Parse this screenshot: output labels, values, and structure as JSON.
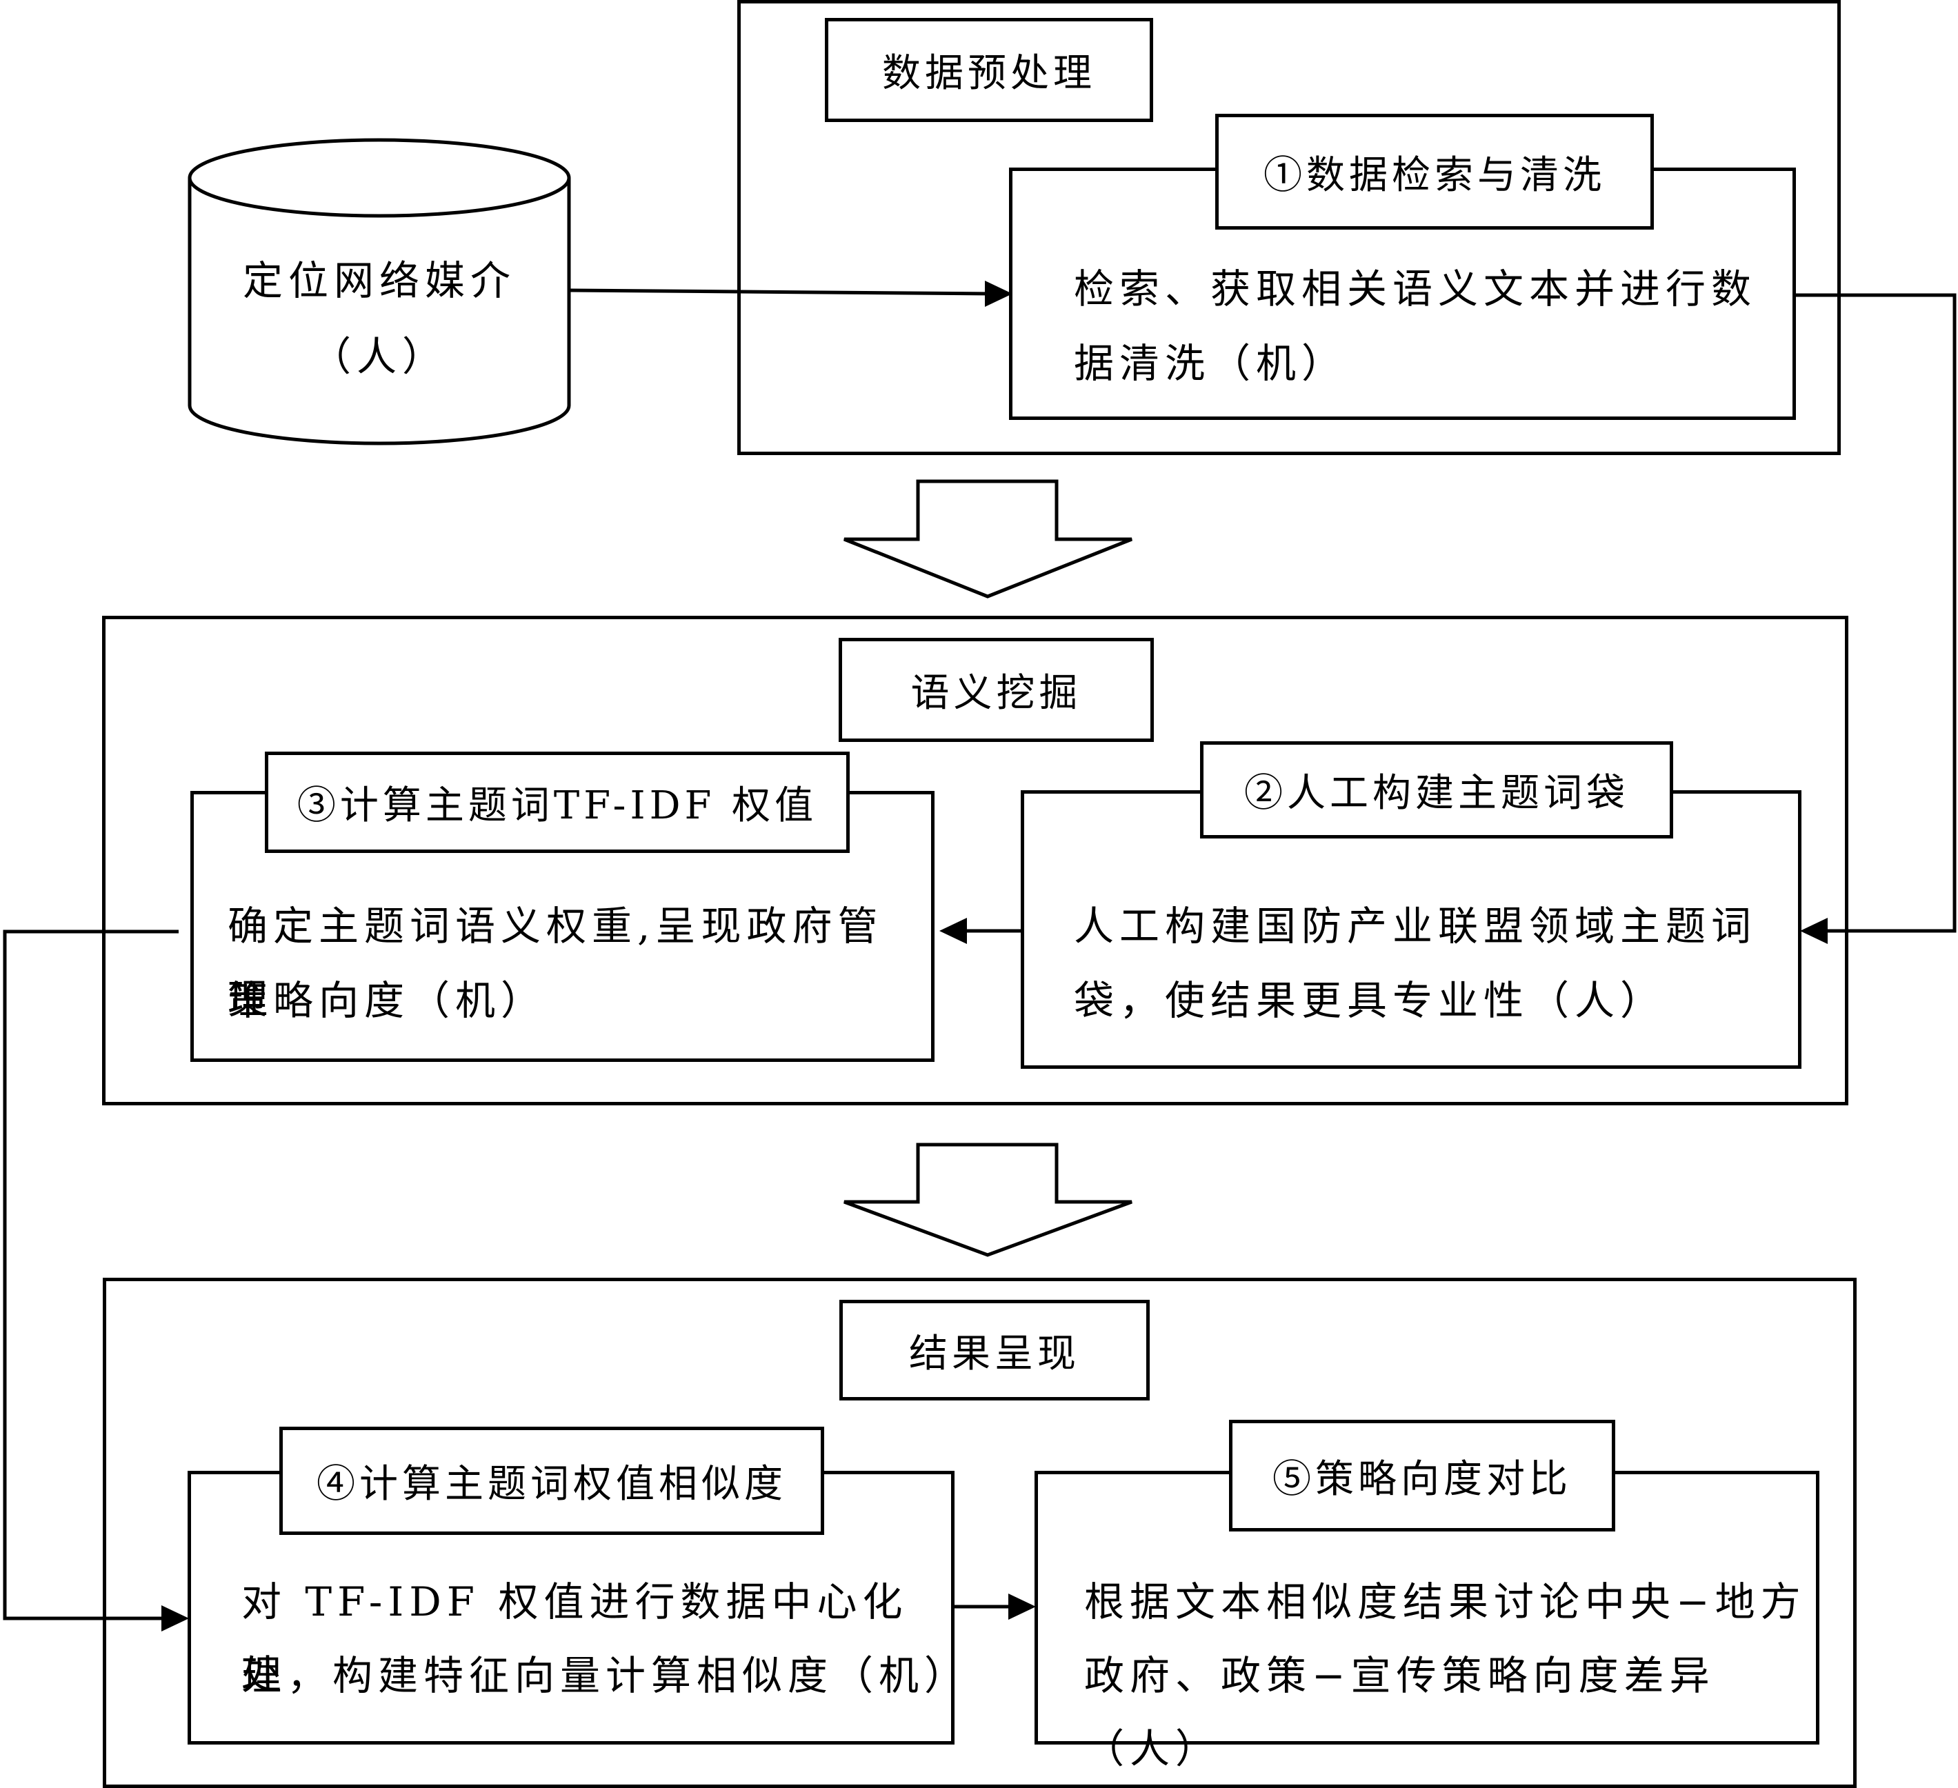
{
  "source": {
    "label": "定位网络媒介",
    "note": "（人）"
  },
  "stages": {
    "preprocess": {
      "title": "数据预处理"
    },
    "mining": {
      "title": "语义挖掘"
    },
    "result": {
      "title": "结果呈现"
    }
  },
  "steps": {
    "s1": {
      "title": "①数据检索与清洗",
      "line1": "检索、获取相关语义文本并进行数",
      "line2": "据清洗（机）"
    },
    "s2": {
      "title": "②人工构建主题词袋",
      "line1": "人工构建国防产业联盟领域主题词",
      "line2": "袋，使结果更具专业性（人）"
    },
    "s3": {
      "title": "③计算主题词TF-IDF 权值",
      "line1": "确定主题词语义权重,呈现政府管理",
      "line2": "策略向度（机）"
    },
    "s4": {
      "title": "④计算主题词权值相似度",
      "line1": "对 TF-IDF 权值进行数据中心化处",
      "line2": "理，构建特征向量计算相似度（机）"
    },
    "s5": {
      "title": "⑤策略向度对比",
      "line1": "根据文本相似度结果讨论中央−地方",
      "line2": "政府、政策−宣传策略向度差异（人）"
    }
  }
}
